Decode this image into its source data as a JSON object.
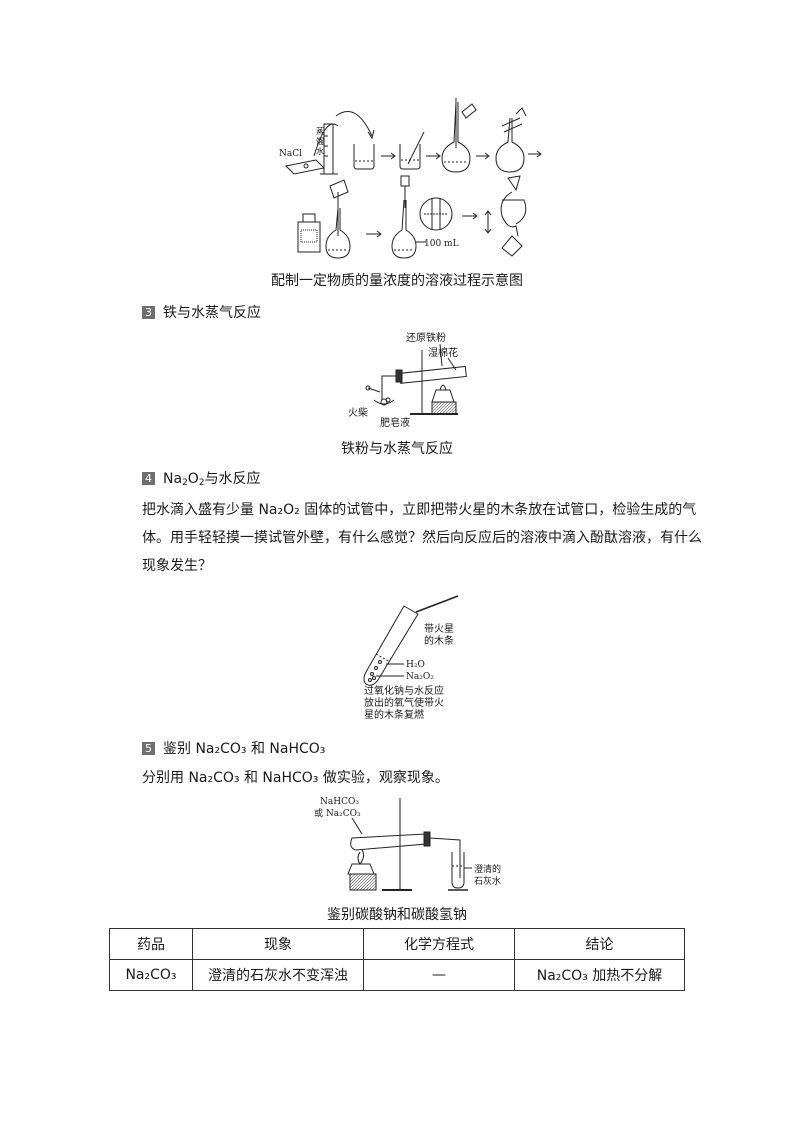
{
  "figure1": {
    "caption": "配制一定物质的量浓度的溶液过程示意图",
    "labels": {
      "nacl": "NaCl",
      "distilled_water": [
        "蒸",
        "馏",
        "水"
      ],
      "volume": "100 mL"
    }
  },
  "section3": {
    "number": "3",
    "title": "铁与水蒸气反应",
    "figure": {
      "caption": "铁粉与水蒸气反应",
      "labels": {
        "iron_powder": "还原铁粉",
        "wet_cotton": "湿棉花",
        "match": "火柴",
        "soap_solution": "肥皂液"
      }
    }
  },
  "section4": {
    "number": "4",
    "title_pre": "Na",
    "title_sub1": "2",
    "title_mid": "O",
    "title_sub2": "2",
    "title_post": "与水反应",
    "para_line1": "把水滴入盛有少量 Na₂O₂ 固体的试管中，立即把带火星的木条放在试管口，检验生成的气",
    "para_line2": "体。用手轻轻摸一摸试管外壁，有什么感觉？然后向反应后的溶液中滴入酚酞溶液，有什么",
    "para_line3": "现象发生？",
    "figure": {
      "labels": {
        "splint_1": "带火星",
        "splint_2": "的木条",
        "water": "H₂O",
        "peroxide": "Na₂O₂",
        "desc_1": "过氧化钠与水反应",
        "desc_2": "放出的氧气使带火",
        "desc_3": "星的木条复燃"
      }
    }
  },
  "section5": {
    "number": "5",
    "title": "鉴别 Na₂CO₃ 和 NaHCO₃",
    "para": "分别用 Na₂CO₃ 和 NaHCO₃ 做实验，观察现象。",
    "figure": {
      "caption": "鉴别碳酸钠和碳酸氢钠",
      "labels": {
        "reagent_1": "NaHCO₃",
        "reagent_2": "或 Na₂CO₃",
        "lime_1": "澄清的",
        "lime_2": "石灰水"
      }
    }
  },
  "table": {
    "headers": [
      "药品",
      "现象",
      "化学方程式",
      "结论"
    ],
    "rows": [
      [
        "Na₂CO₃",
        "澄清的石灰水不变浑浊",
        "—",
        "Na₂CO₃ 加热不分解"
      ]
    ]
  }
}
